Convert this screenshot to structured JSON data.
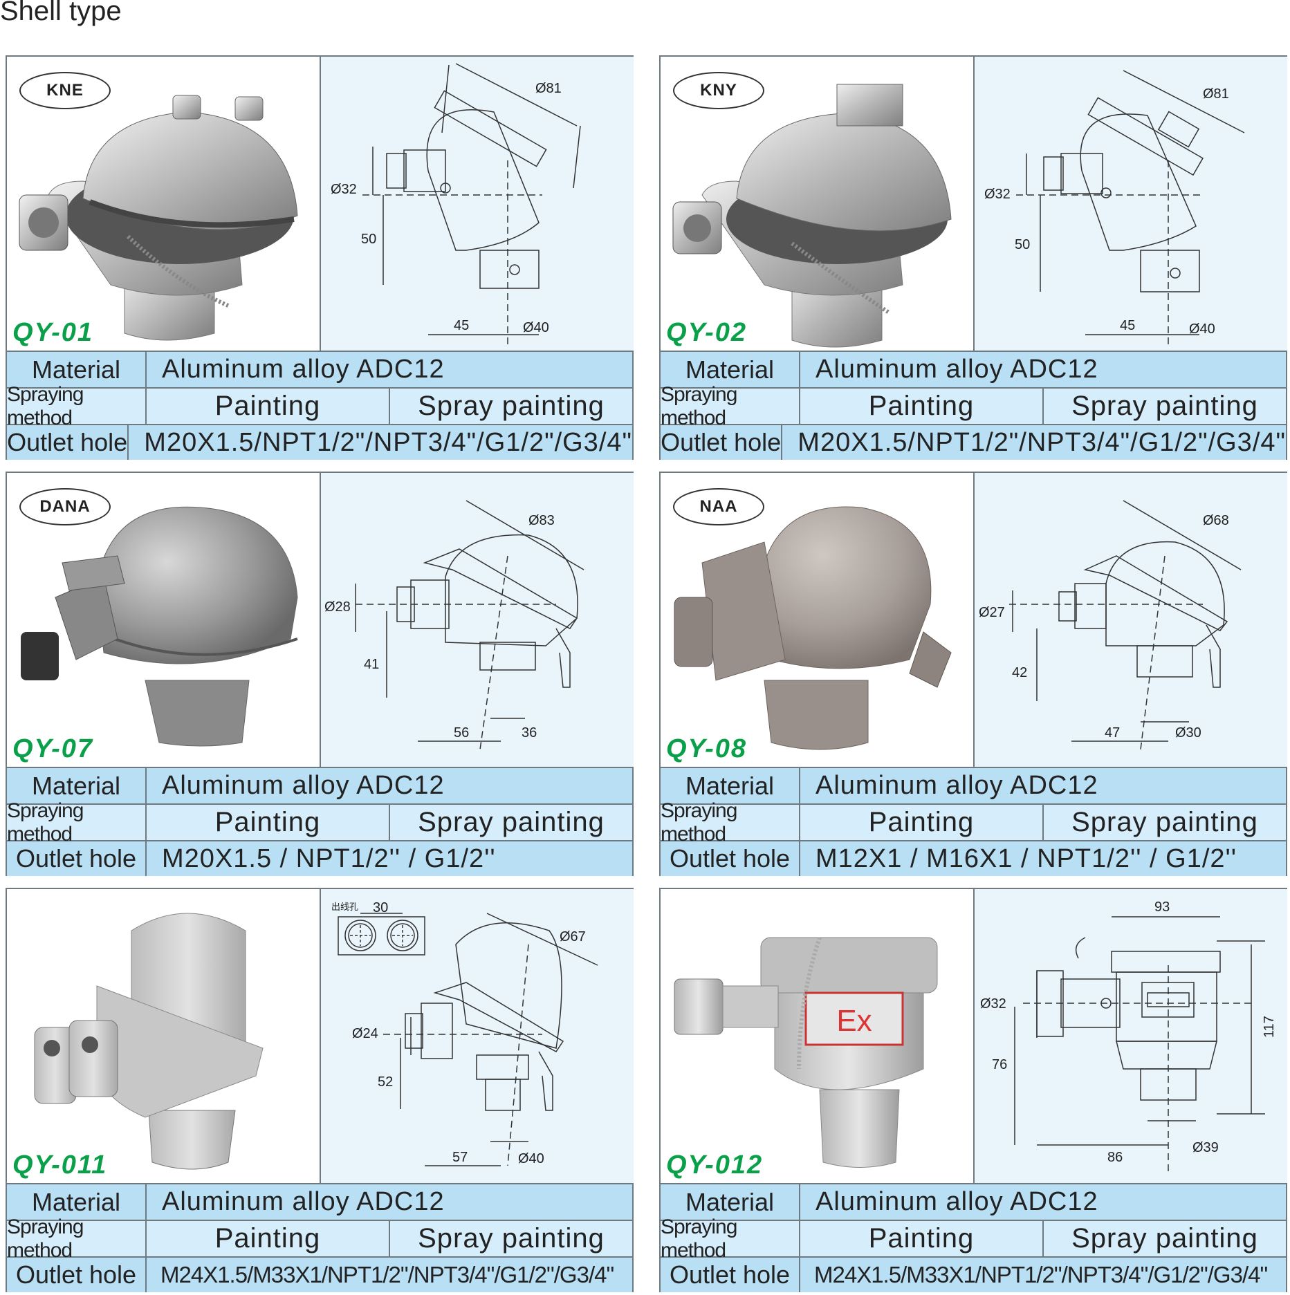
{
  "page": {
    "title": "Shell type"
  },
  "labels": {
    "material": "Material",
    "spraying": "Spraying method",
    "outlet": "Outlet hole"
  },
  "products": [
    {
      "badge": "KNE",
      "code": "QY-01",
      "material": "Aluminum alloy ADC12",
      "spray1": "Painting",
      "spray2": "Spray painting",
      "outlet": "M20X1.5/NPT1/2\"/NPT3/4\"/G1/2\"/G3/4\"",
      "dims": {
        "d1": "Ø81",
        "d2": "Ø32",
        "d3": "50",
        "d4": "45",
        "d5": "Ø40"
      }
    },
    {
      "badge": "KNY",
      "code": "QY-02",
      "material": "Aluminum alloy ADC12",
      "spray1": "Painting",
      "spray2": "Spray painting",
      "outlet": "M20X1.5/NPT1/2\"/NPT3/4\"/G1/2\"/G3/4\"",
      "dims": {
        "d1": "Ø81",
        "d2": "Ø32",
        "d3": "50",
        "d4": "45",
        "d5": "Ø40"
      }
    },
    {
      "badge": "DANA",
      "code": "QY-07",
      "material": "Aluminum alloy ADC12",
      "spray1": "Painting",
      "spray2": "Spray painting",
      "outlet": "M20X1.5 / NPT1/2'' / G1/2''",
      "dims": {
        "d1": "Ø83",
        "d2": "Ø28",
        "d3": "41",
        "d4": "56",
        "d5": "36"
      }
    },
    {
      "badge": "NAA",
      "code": "QY-08",
      "material": "Aluminum alloy ADC12",
      "spray1": "Painting",
      "spray2": "Spray painting",
      "outlet": "M12X1 / M16X1 / NPT1/2'' / G1/2''",
      "dims": {
        "d1": "Ø68",
        "d2": "Ø27",
        "d3": "42",
        "d4": "47",
        "d5": "Ø30"
      }
    },
    {
      "code": "QY-011",
      "material": "Aluminum alloy ADC12",
      "spray1": "Painting",
      "spray2": "Spray painting",
      "outlet": "M24X1.5/M33X1/NPT1/2\"/NPT3/4\"/G1/2\"/G3/4\"",
      "dims": {
        "d1": "Ø67",
        "d2": "Ø24",
        "d3": "52",
        "d4": "57",
        "d5": "Ø40",
        "hole_label": "出线孔",
        "hole_pitch": "30"
      }
    },
    {
      "code": "QY-012",
      "material": "Aluminum alloy ADC12",
      "spray1": "Painting",
      "spray2": "Spray painting",
      "outlet": "M24X1.5/M33X1/NPT1/2\"/NPT3/4\"/G1/2\"/G3/4\"",
      "dims": {
        "d1": "93",
        "d2": "Ø32",
        "d3": "76",
        "d4": "86",
        "d5": "Ø39",
        "d6": "117",
        "ex": "Ex"
      }
    }
  ],
  "colors": {
    "code": "#0aa04a",
    "row_dark": "#b8dff4",
    "row_light": "#d6eefb",
    "drawing_bg": "#e9f4fb"
  }
}
